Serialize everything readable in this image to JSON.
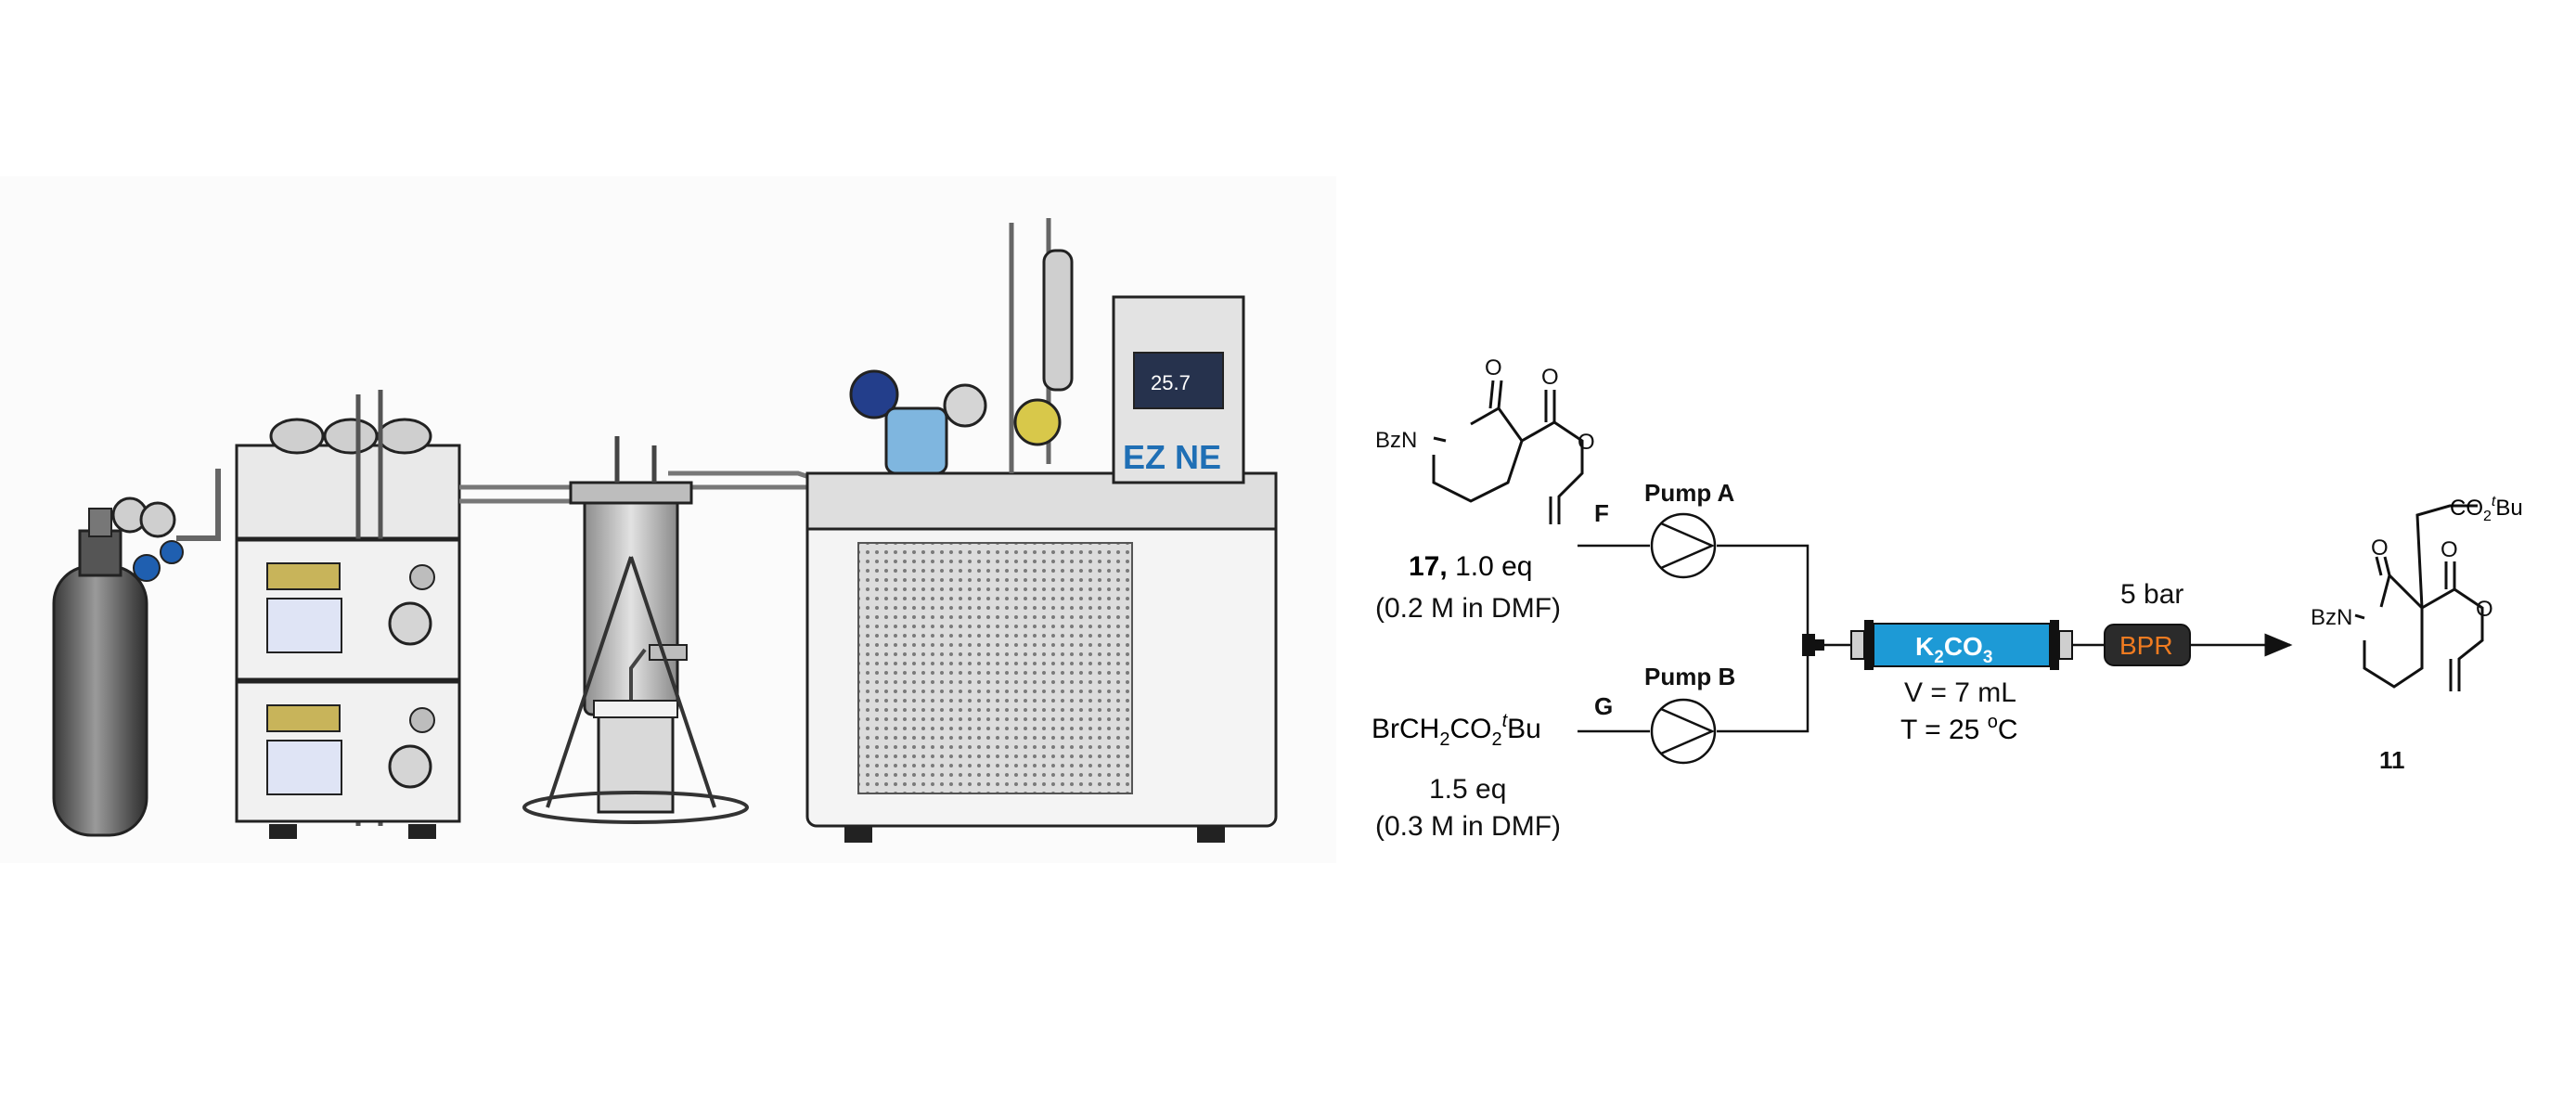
{
  "apparatus": {
    "brand": "EZ NE",
    "display_readout": "25.7"
  },
  "scheme": {
    "sm1": {
      "id": "17,",
      "eq": "1.0 eq",
      "conc": "(0.2 M in DMF)",
      "n_label": "BzN",
      "stream": "F"
    },
    "sm2": {
      "formula_a": "BrCH",
      "formula_sub1": "2",
      "formula_b": "CO",
      "formula_sub2": "2",
      "formula_sup": "t",
      "formula_c": "Bu",
      "eq": "1.5 eq",
      "conc": "(0.3 M in DMF)",
      "stream": "G"
    },
    "pump_a": "Pump A",
    "pump_b": "Pump B",
    "reactor": {
      "label_a": "K",
      "label_sub1": "2",
      "label_b": "CO",
      "label_sub2": "3",
      "volume": "V = 7 mL",
      "temp_a": "T = 25 ",
      "temp_sup": "o",
      "temp_b": "C"
    },
    "bpr": {
      "pressure": "5 bar",
      "label": "BPR"
    },
    "product": {
      "id": "11",
      "n_label": "BzN",
      "o_label": "O",
      "ester_a": "CO",
      "ester_sub": "2",
      "ester_sup": "t",
      "ester_b": "Bu"
    },
    "atom_o": "O"
  },
  "colors": {
    "reactor_fill": "#1d9ad6",
    "bpr_fill": "#2b2b2b",
    "bpr_text": "#f07b20",
    "logo_blue": "#1f6fb5"
  }
}
